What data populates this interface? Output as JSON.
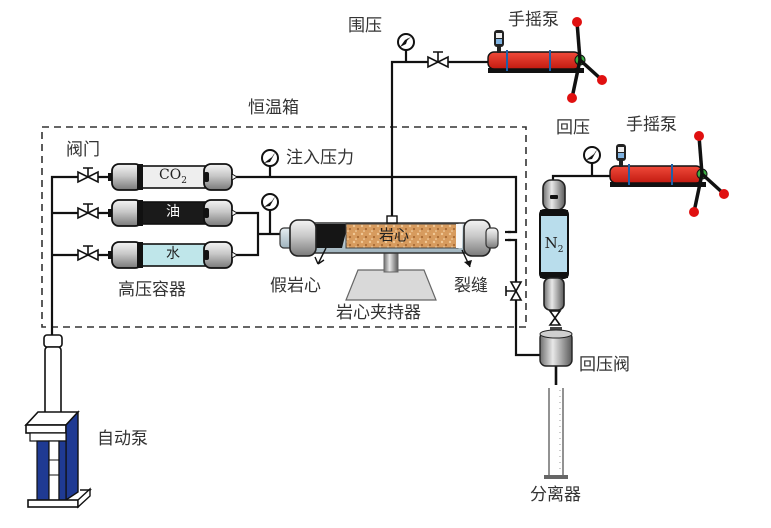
{
  "diagram": {
    "title": "CO2 injection core flooding experimental apparatus",
    "labels": {
      "confining_pressure": "围压",
      "hand_pump_top": "手摇泵",
      "hand_pump_right": "手摇泵",
      "back_pressure": "回压",
      "thermostat": "恒温箱",
      "valve": "阀门",
      "injection_pressure": "注入压力",
      "high_pressure_vessel": "高压容器",
      "dummy_core": "假岩心",
      "core_holder": "岩心夹持器",
      "fracture": "裂缝",
      "back_pressure_valve": "回压阀",
      "auto_pump": "自动泵",
      "separator": "分离器"
    },
    "vessels": [
      {
        "id": "co2",
        "label_main": "CO",
        "label_sub": "2",
        "fill": "#eeeeee",
        "text_color": "#222222"
      },
      {
        "id": "oil",
        "label_main": "油",
        "label_sub": "",
        "fill": "#1a1a1a",
        "text_color": "#ffffff"
      },
      {
        "id": "water",
        "label_main": "水",
        "label_sub": "",
        "fill": "#bfe6ea",
        "text_color": "#222222"
      }
    ],
    "core_label": "岩心",
    "n2_label_main": "N",
    "n2_label_sub": "2",
    "colors": {
      "pump_red": "#e02a1c",
      "pump_handle_knob": "#e01010",
      "pump_green": "#3cb043",
      "auto_pump_blue": "#1f3a93",
      "core_brown": "#d9a066",
      "n2_blue": "#b9ddec",
      "line": "#111111",
      "dashed_box": "#333333"
    }
  }
}
